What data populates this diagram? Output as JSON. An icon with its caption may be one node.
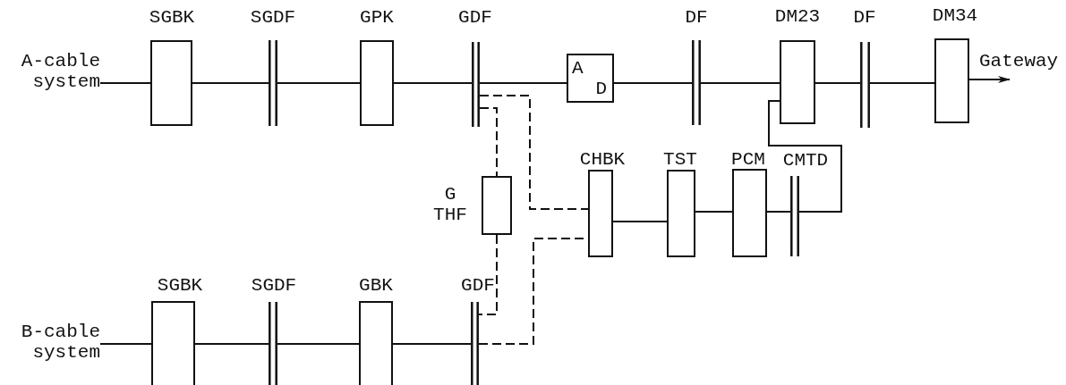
{
  "diagram": {
    "nodes": [
      {
        "text": [
          "A-cable system"
        ]
      },
      {
        "text": [
          "SGBK"
        ]
      },
      {
        "text": [
          "SGDF"
        ]
      },
      {
        "text": [
          "GPK"
        ]
      },
      {
        "text": [
          "GDF"
        ]
      },
      {
        "text": [
          "A",
          "D"
        ]
      },
      {
        "text": [
          "DF"
        ]
      },
      {
        "text": [
          "DM23"
        ]
      },
      {
        "text": [
          "DF"
        ]
      },
      {
        "text": [
          "DM34"
        ]
      },
      {
        "text": [
          "G THF"
        ]
      },
      {
        "text": [
          "CHBK"
        ]
      },
      {
        "text": [
          "TST"
        ]
      },
      {
        "text": [
          "PCM"
        ]
      },
      {
        "text": [
          "CMTD"
        ]
      },
      {
        "text": [
          "B-cable system"
        ]
      },
      {
        "text": [
          "SGBK"
        ]
      },
      {
        "text": [
          "SGDF"
        ]
      },
      {
        "text": [
          "GBK"
        ]
      },
      {
        "text": [
          "GDF"
        ]
      },
      {
        "text": [
          "Gateway"
        ]
      }
    ],
    "edges": [
      {
        "from": 0,
        "to": 1,
        "arrow": "none"
      },
      {
        "from": 1,
        "to": 2,
        "arrow": "none"
      },
      {
        "from": 2,
        "to": 3,
        "arrow": "none"
      },
      {
        "from": 3,
        "to": 4,
        "arrow": "none"
      },
      {
        "from": 4,
        "to": 5,
        "arrow": "none"
      },
      {
        "from": 5,
        "to": 6,
        "arrow": "none"
      },
      {
        "from": 6,
        "to": 7,
        "arrow": "none"
      },
      {
        "from": 7,
        "to": 8,
        "arrow": "none"
      },
      {
        "from": 8,
        "to": 9,
        "arrow": "none"
      },
      {
        "from": 9,
        "to": 20,
        "arrow": "to"
      },
      {
        "from": 4,
        "to": 11,
        "arrow": "none",
        "style": "dashed"
      },
      {
        "from": 4,
        "to": 10,
        "arrow": "none",
        "style": "dashed"
      },
      {
        "from": 10,
        "to": 19,
        "arrow": "none",
        "style": "dashed"
      },
      {
        "from": 19,
        "to": 11,
        "arrow": "none",
        "style": "dashed"
      },
      {
        "from": 11,
        "to": 12,
        "arrow": "none"
      },
      {
        "from": 12,
        "to": 13,
        "arrow": "none"
      },
      {
        "from": 13,
        "to": 14,
        "arrow": "none"
      },
      {
        "from": 14,
        "to": 7,
        "arrow": "none"
      },
      {
        "from": 15,
        "to": 16,
        "arrow": "none"
      },
      {
        "from": 16,
        "to": 17,
        "arrow": "none"
      },
      {
        "from": 17,
        "to": 18,
        "arrow": "none"
      },
      {
        "from": 18,
        "to": 19,
        "arrow": "none"
      }
    ],
    "labels": []
  }
}
